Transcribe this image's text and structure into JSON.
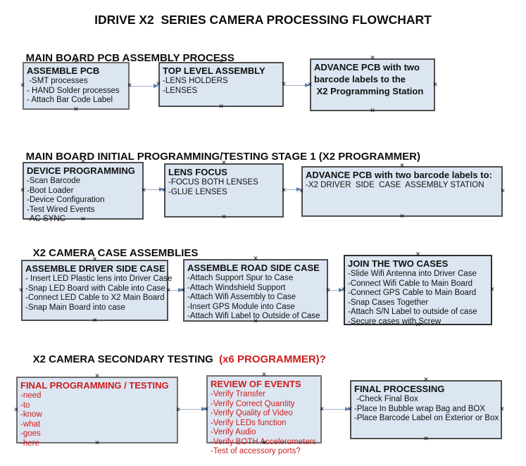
{
  "title": "IDRIVE X2  SERIES CAMERA PROCESSING FLOWCHART",
  "colors": {
    "box_fill": "#dce6f2",
    "box_border": "#4f4f4f",
    "arrow_line": "#9fb2c8",
    "arrow_head": "#4f81bd",
    "red_text": "#cc1d1d"
  },
  "sections": [
    {
      "heading": "MAIN BOARD PCB ASSEMBLY PROCESS",
      "boxes": [
        {
          "title": "ASSEMBLE PCB",
          "lines": [
            " -SMT processes",
            "- HAND Solder processes",
            "- Attach Bar Code Label"
          ]
        },
        {
          "title": "TOP LEVEL ASSEMBLY",
          "lines": [
            "-LENS HOLDERS",
            "-LENSES"
          ]
        },
        {
          "title": "ADVANCE PCB with two\nbarcode labels to the\n X2 Programming Station",
          "lines": []
        }
      ]
    },
    {
      "heading": "MAIN BOARD INITIAL PROGRAMMING/TESTING STAGE 1 (X2 PROGRAMMER)",
      "boxes": [
        {
          "title": "DEVICE PROGRAMMING",
          "lines": [
            "-Scan Barcode",
            "-Boot Loader",
            "-Device Configuration",
            "-Test Wired Events",
            "-AC SYNC"
          ]
        },
        {
          "title": "LENS FOCUS",
          "lines": [
            "-FOCUS BOTH LENSES",
            "-GLUE LENSES"
          ]
        },
        {
          "title": "ADVANCE PCB with two barcode labels to:",
          "lines": [
            "-X2 DRIVER  SIDE  CASE  ASSEMBLY STATION"
          ]
        }
      ]
    },
    {
      "heading": "X2 CAMERA CASE ASSEMBLIES",
      "boxes": [
        {
          "title": "ASSEMBLE DRIVER SIDE CASE",
          "lines": [
            "- Insert LED Plastic lens into Driver Case",
            "-Snap LED Board with Cable into Case",
            "-Connect LED Cable to X2 Main Board",
            "-Snap Main Board into case"
          ]
        },
        {
          "title": "ASSEMBLE ROAD SIDE CASE",
          "lines": [
            "-Attach Support Spur to Case",
            "-Attach Windshield Support",
            "-Attach Wifi Assembly to Case",
            "-Insert GPS Module into Case",
            "-Attach Wifi Label to Outside of Case"
          ]
        },
        {
          "title": "JOIN THE TWO CASES",
          "lines": [
            "-Slide Wifi Antenna into Driver Case",
            "-Connect Wifi Cable to Main Board",
            "-Connect GPS Cable to Main Board",
            "-Snap Cases Together",
            "-Attach S/N Label to outside of case",
            "-Secure cases with Screw"
          ]
        }
      ]
    },
    {
      "heading": "X2 CAMERA SECONDARY TESTING ",
      "heading_red": " (x6 PROGRAMMER)?",
      "boxes": [
        {
          "title": "FINAL PROGRAMMING / TESTING",
          "lines": [
            "-need",
            "-to",
            "-know",
            "-what",
            "-goes",
            "-here"
          ]
        },
        {
          "title": "REVIEW OF EVENTS",
          "lines": [
            "-Verify Transfer",
            "-Verify Correct Quantity",
            "-Verify Quality of Video",
            "-Verify LEDs function",
            "-Verify Audio",
            "-Verify BOTH Accelerometers",
            "-Test of accessory ports?"
          ]
        },
        {
          "title": "FINAL PROCESSING",
          "lines": [
            " -Check Final Box",
            "-Place In Bubble wrap Bag and BOX",
            "-Place Barcode Label on Exterior or Box"
          ]
        }
      ]
    }
  ]
}
